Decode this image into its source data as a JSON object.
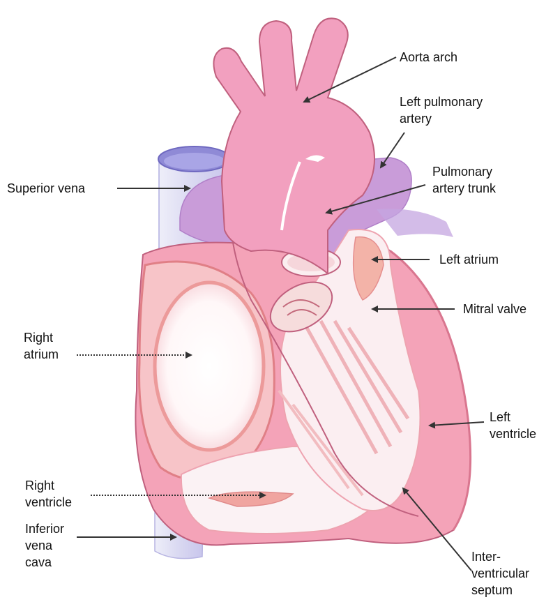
{
  "labels": {
    "aorta_arch": [
      "Aorta arch"
    ],
    "left_pulmonary_artery": [
      "Left pulmonary",
      "artery"
    ],
    "pulmonary_artery_trunk": [
      "Pulmonary",
      "artery trunk"
    ],
    "superior_vena": [
      "Superior vena"
    ],
    "left_atrium": [
      "Left atrium"
    ],
    "mitral_valve": [
      "Mitral valve"
    ],
    "right_atrium": [
      "Right",
      "atrium"
    ],
    "left_ventricle": [
      "Left",
      "ventricle"
    ],
    "right_ventricle": [
      "Right",
      "ventricle"
    ],
    "inferior_vena_cava": [
      "Inferior",
      "vena",
      "cava"
    ],
    "interventricular_septum": [
      "Inter-",
      "ventricular",
      "septum"
    ]
  },
  "colors": {
    "aorta": "#f2a0bf",
    "pulmonary": "#c79ad8",
    "vena_cava": "#b7b3e6",
    "myocardium": "#f4a3b8",
    "chamber_interior": "#fbeff2",
    "inner_wall": "#ee8a8a",
    "outline": "#c0607e",
    "arrow": "#333333"
  }
}
